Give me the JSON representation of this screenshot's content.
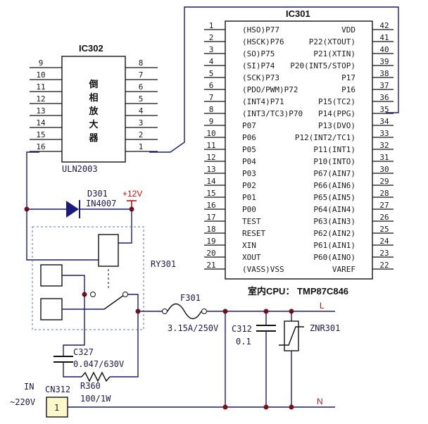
{
  "ic301": {
    "name": "IC301",
    "caption": "室内CPU： TMP87C846",
    "left_pins": [
      {
        "num": "1",
        "label": "(HSO)P77"
      },
      {
        "num": "2",
        "label": "(HSCK)P76"
      },
      {
        "num": "3",
        "label": "(SO)P75"
      },
      {
        "num": "4",
        "label": "(SI)P74"
      },
      {
        "num": "5",
        "label": "(SCK)P73"
      },
      {
        "num": "6",
        "label": "(PDO/PWM)P72"
      },
      {
        "num": "7",
        "label": "(INT4)P71"
      },
      {
        "num": "8",
        "label": "(INT3/TC3)P70"
      },
      {
        "num": "9",
        "label": "P07"
      },
      {
        "num": "10",
        "label": "P06"
      },
      {
        "num": "11",
        "label": "P05"
      },
      {
        "num": "12",
        "label": "P04"
      },
      {
        "num": "13",
        "label": "P03"
      },
      {
        "num": "14",
        "label": "P02"
      },
      {
        "num": "15",
        "label": "P01"
      },
      {
        "num": "16",
        "label": "P00"
      },
      {
        "num": "17",
        "label": "TEST"
      },
      {
        "num": "18",
        "label": "RESET"
      },
      {
        "num": "19",
        "label": "XIN"
      },
      {
        "num": "20",
        "label": "XOUT"
      },
      {
        "num": "21",
        "label": "(VASS)VSS"
      }
    ],
    "right_pins": [
      {
        "num": "42",
        "label": "VDD"
      },
      {
        "num": "41",
        "label": "P22(XTOUT)"
      },
      {
        "num": "40",
        "label": "P21(XTIN)"
      },
      {
        "num": "39",
        "label": "P20(INT5/STOP)"
      },
      {
        "num": "38",
        "label": "P17"
      },
      {
        "num": "37",
        "label": "P16"
      },
      {
        "num": "36",
        "label": "P15(TC2)"
      },
      {
        "num": "35",
        "label": "P14(PPG)"
      },
      {
        "num": "34",
        "label": "P13(DVO)"
      },
      {
        "num": "33",
        "label": "P12(INT2/TC1)"
      },
      {
        "num": "32",
        "label": "P11(INT1)"
      },
      {
        "num": "31",
        "label": "P10(INTO)"
      },
      {
        "num": "30",
        "label": "P67(AIN7)"
      },
      {
        "num": "29",
        "label": "P66(AIN6)"
      },
      {
        "num": "28",
        "label": "P65(AIN5)"
      },
      {
        "num": "27",
        "label": "P64(AIN4)"
      },
      {
        "num": "26",
        "label": "P63(AIN3)"
      },
      {
        "num": "25",
        "label": "P62(AIN2)"
      },
      {
        "num": "24",
        "label": "P61(AIN1)"
      },
      {
        "num": "23",
        "label": "P60(AINO)"
      },
      {
        "num": "22",
        "label": "VAREF"
      }
    ]
  },
  "ic302": {
    "name": "IC302",
    "body_text": [
      "倒",
      "相",
      "放",
      "大",
      "器"
    ],
    "part": "ULN2003",
    "left_pins": [
      "9",
      "10",
      "11",
      "12",
      "13",
      "14",
      "15",
      "16"
    ],
    "right_pins": [
      "8",
      "7",
      "6",
      "5",
      "4",
      "3",
      "2",
      "1"
    ]
  },
  "components": {
    "d301_ref": "D301",
    "d301_part": "IN4007",
    "supply": "+12V",
    "ry301": "RY301",
    "f301_ref": "F301",
    "f301_value": "3.15A/250V",
    "c312_ref": "C312",
    "c312_value": "0.1",
    "znr301": "ZNR301",
    "c327_ref": "C327",
    "c327_value": "0.047/630V",
    "r360_ref": "R360",
    "r360_value": "100/1W",
    "in_label": "IN",
    "in_voltage": "~220V",
    "cn312": "CN312",
    "cn312_pin": "1",
    "line_l": "L",
    "line_n": "N"
  }
}
